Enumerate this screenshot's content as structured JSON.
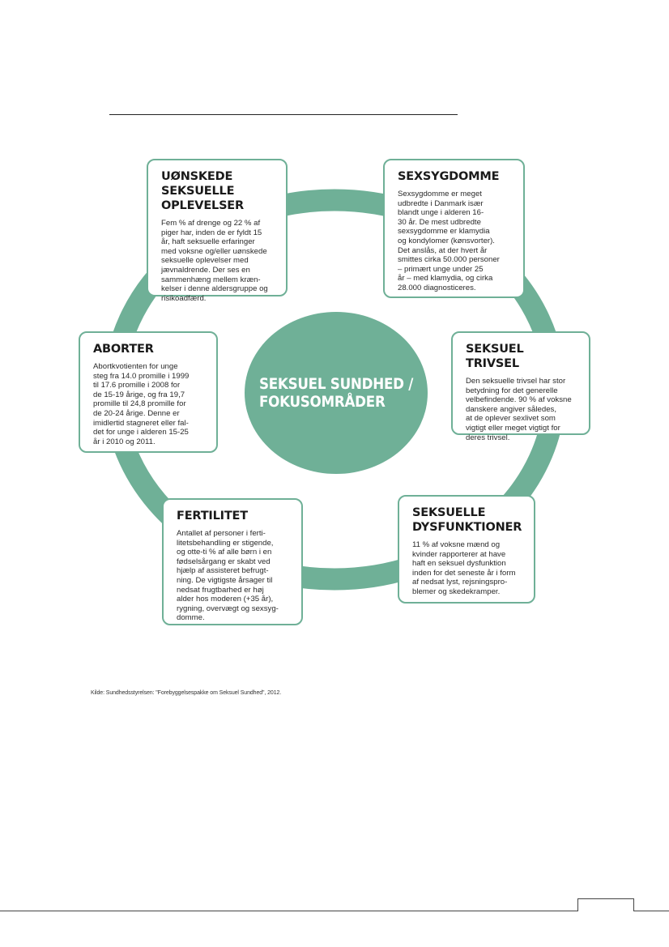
{
  "diagram": {
    "center_title": "SEKSUEL SUNDHED /\nFOKUSOMRÅDER",
    "colors": {
      "accent": "#6fb097",
      "text": "#1f1f1f"
    },
    "cards": {
      "unwanted": {
        "title": "UØNSKEDE SEKSUELLE\nOPLEVELSER",
        "text": "Fem % af drenge og 22 % af\npiger har, inden de er fyldt 15\når, haft seksuelle erfaringer\nmed voksne og/eller uønskede\nseksuelle oplevelser med\njævnaldrende. Der ses en\nsammenhæng mellem kræn-\nkelser i denne aldersgruppe og\nrisikoadfærd."
      },
      "sti": {
        "title": "SEXSYGDOMME",
        "text": "Sexsygdomme er meget\nudbredte i Danmark især\nblandt unge i alderen 16-\n30 år. De mest udbredte\nsexsygdomme er klamydia\nog kondylomer (kønsvorter).\nDet anslås, at der hvert år\nsmittes cirka 50.000 personer\n– primært unge under 25\når – med klamydia, og cirka\n28.000 diagnosticeres."
      },
      "wellbeing": {
        "title": "SEKSUEL TRIVSEL",
        "text": "Den seksuelle trivsel har stor\nbetydning for det generelle\nvelbefindende. 90 % af voksne\ndanskere angiver således,\nat de oplever sexlivet som\nvigtigt eller meget vigtigt for\nderes trivsel."
      },
      "abortion": {
        "title": "ABORTER",
        "text": "Abortkvotienten for unge\nsteg fra 14.0 promille i 1999\ntil 17.6 promille i 2008 for\nde 15-19 årige, og fra 19,7\npromille til 24,8 promille for\nde 20-24 årige. Denne er\nimidlertid stagneret eller fal-\ndet for unge i alderen 15-25\når i 2010 og 2011."
      },
      "fertility": {
        "title": "FERTILITET",
        "text": "Antallet af personer i ferti-\nlitetsbehandling er stigende,\nog otte-ti % af alle børn i en\nfødselsårgang er skabt ved\nhjælp af assisteret befrugt-\nning. De vigtigste årsager til\nnedsat frugtbarhed er høj\nalder hos moderen (+35 år),\nrygning, overvægt og sexsyg-\ndomme."
      },
      "dysfunction": {
        "title": "SEKSUELLE\nDYSFUNKTIONER",
        "text": "11 % af voksne mænd og\nkvinder rapporterer at have\nhaft en seksuel dysfunktion\ninden for det seneste år i form\naf nedsat lyst, rejsningspro-\nblemer og skedekramper."
      }
    }
  },
  "source": "Kilde: Sundhedsstyrelsen: \"Forebyggelsespakke om Seksuel Sundhed\", 2012."
}
